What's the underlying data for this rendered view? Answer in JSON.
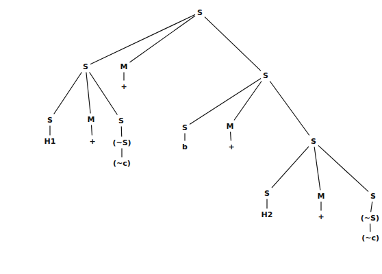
{
  "diagram": {
    "nodes": [
      {
        "text": [
          "S"
        ]
      },
      {
        "text": [
          "S"
        ]
      },
      {
        "text": [
          "S"
        ]
      },
      {
        "text": [
          "H1"
        ]
      },
      {
        "text": [
          "M"
        ]
      },
      {
        "text": [
          "+"
        ]
      },
      {
        "text": [
          "S"
        ]
      },
      {
        "text": [
          "(~S)"
        ]
      },
      {
        "text": [
          "(~c)"
        ]
      },
      {
        "text": [
          "M"
        ]
      },
      {
        "text": [
          "+"
        ]
      },
      {
        "text": [
          "S"
        ]
      },
      {
        "text": [
          "S"
        ]
      },
      {
        "text": [
          "b"
        ]
      },
      {
        "text": [
          "M"
        ]
      },
      {
        "text": [
          "+"
        ]
      },
      {
        "text": [
          "S"
        ]
      },
      {
        "text": [
          "S"
        ]
      },
      {
        "text": [
          "H2"
        ]
      },
      {
        "text": [
          "M"
        ]
      },
      {
        "text": [
          "+"
        ]
      },
      {
        "text": [
          "S"
        ]
      },
      {
        "text": [
          "(~S)"
        ]
      },
      {
        "text": [
          "(~c)"
        ]
      }
    ],
    "edges": [
      {
        "from": 0,
        "to": 1,
        "arrow": "none"
      },
      {
        "from": 0,
        "to": 9,
        "arrow": "none"
      },
      {
        "from": 0,
        "to": 11,
        "arrow": "none"
      },
      {
        "from": 1,
        "to": 2,
        "arrow": "none"
      },
      {
        "from": 1,
        "to": 4,
        "arrow": "none"
      },
      {
        "from": 1,
        "to": 6,
        "arrow": "none"
      },
      {
        "from": 2,
        "to": 3,
        "arrow": "none"
      },
      {
        "from": 4,
        "to": 5,
        "arrow": "none"
      },
      {
        "from": 6,
        "to": 7,
        "arrow": "none"
      },
      {
        "from": 7,
        "to": 8,
        "arrow": "none"
      },
      {
        "from": 9,
        "to": 10,
        "arrow": "none"
      },
      {
        "from": 11,
        "to": 12,
        "arrow": "none"
      },
      {
        "from": 11,
        "to": 14,
        "arrow": "none"
      },
      {
        "from": 11,
        "to": 16,
        "arrow": "none"
      },
      {
        "from": 12,
        "to": 13,
        "arrow": "none"
      },
      {
        "from": 14,
        "to": 15,
        "arrow": "none"
      },
      {
        "from": 16,
        "to": 17,
        "arrow": "none"
      },
      {
        "from": 16,
        "to": 19,
        "arrow": "none"
      },
      {
        "from": 16,
        "to": 21,
        "arrow": "none"
      },
      {
        "from": 17,
        "to": 18,
        "arrow": "none"
      },
      {
        "from": 19,
        "to": 20,
        "arrow": "none"
      },
      {
        "from": 21,
        "to": 22,
        "arrow": "none"
      },
      {
        "from": 22,
        "to": 23,
        "arrow": "none"
      }
    ]
  }
}
